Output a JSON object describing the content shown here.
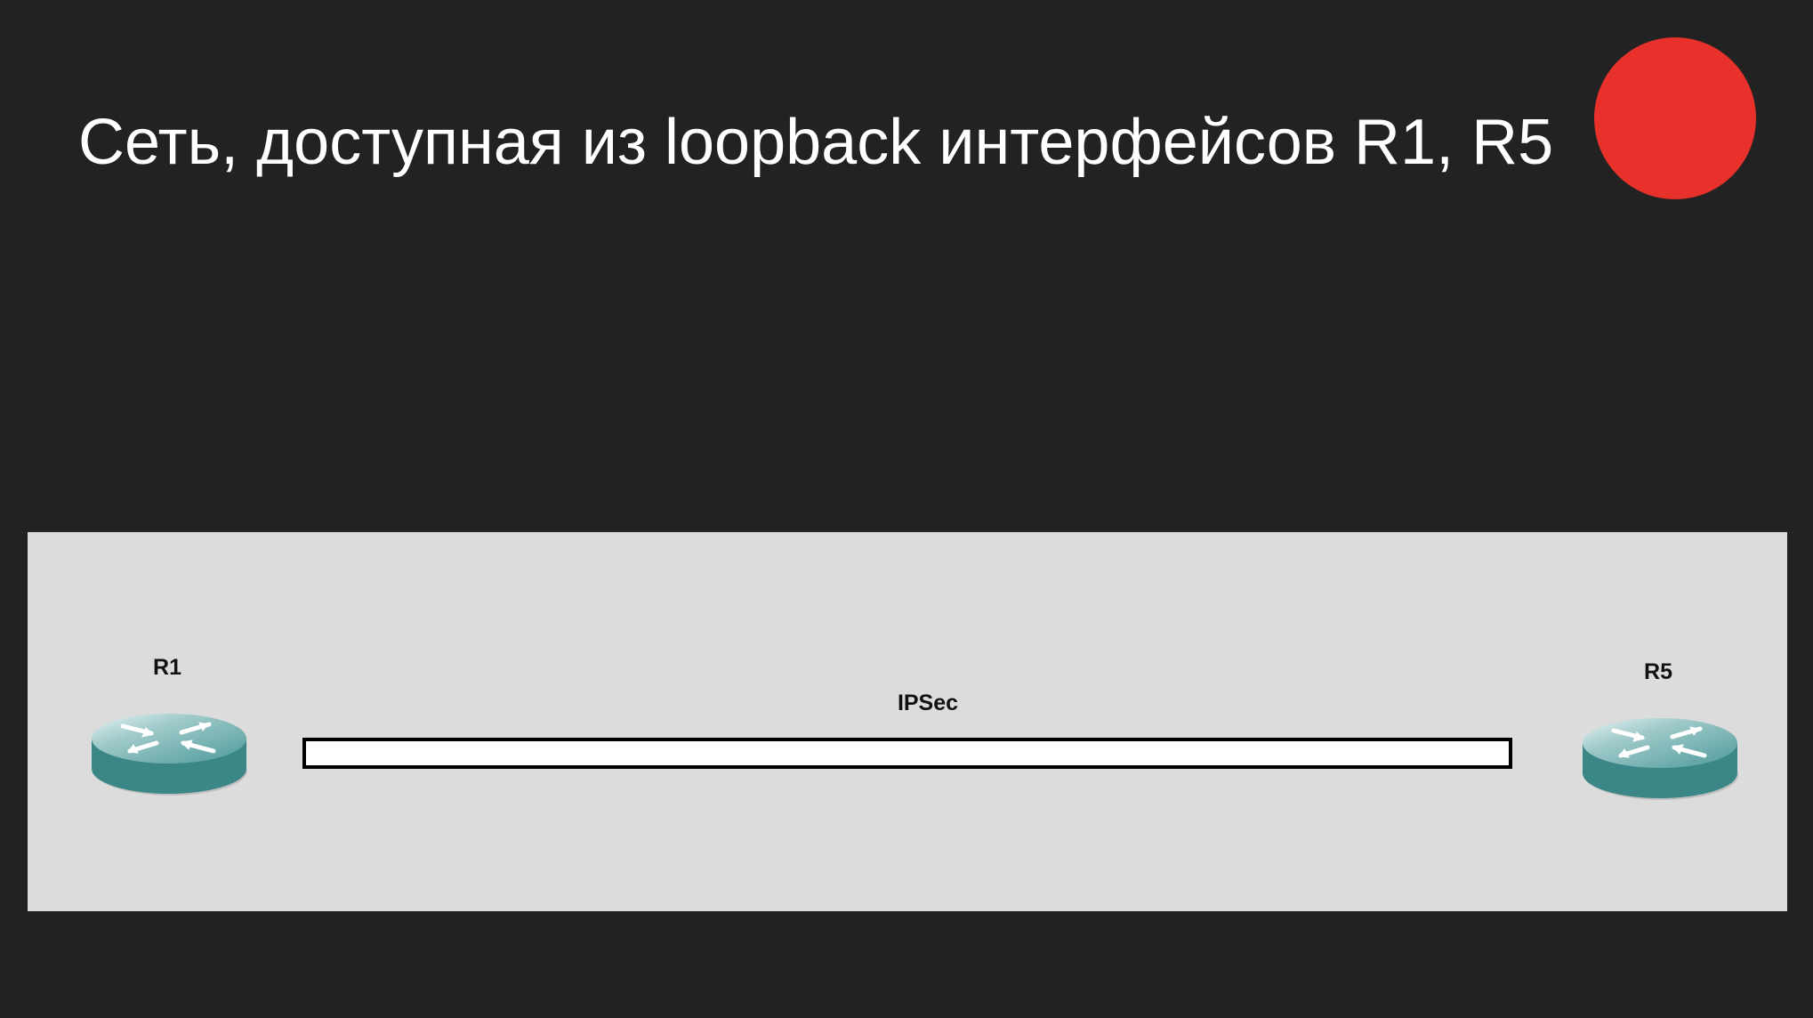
{
  "slide": {
    "title": "Сеть, доступная из loopback интерфейсов R1, R5"
  },
  "status_indicator": {
    "color": "#e8312a",
    "icon": "red-circle"
  },
  "diagram": {
    "background": "#dcdcdc",
    "nodes": [
      {
        "id": "R1",
        "label": "R1",
        "icon": "router-icon",
        "color": "#3d8b8b"
      },
      {
        "id": "R5",
        "label": "R5",
        "icon": "router-icon",
        "color": "#3d8b8b"
      }
    ],
    "links": [
      {
        "from": "R1",
        "to": "R5",
        "label": "IPSec",
        "style": "white-tunnel-bar"
      }
    ]
  }
}
